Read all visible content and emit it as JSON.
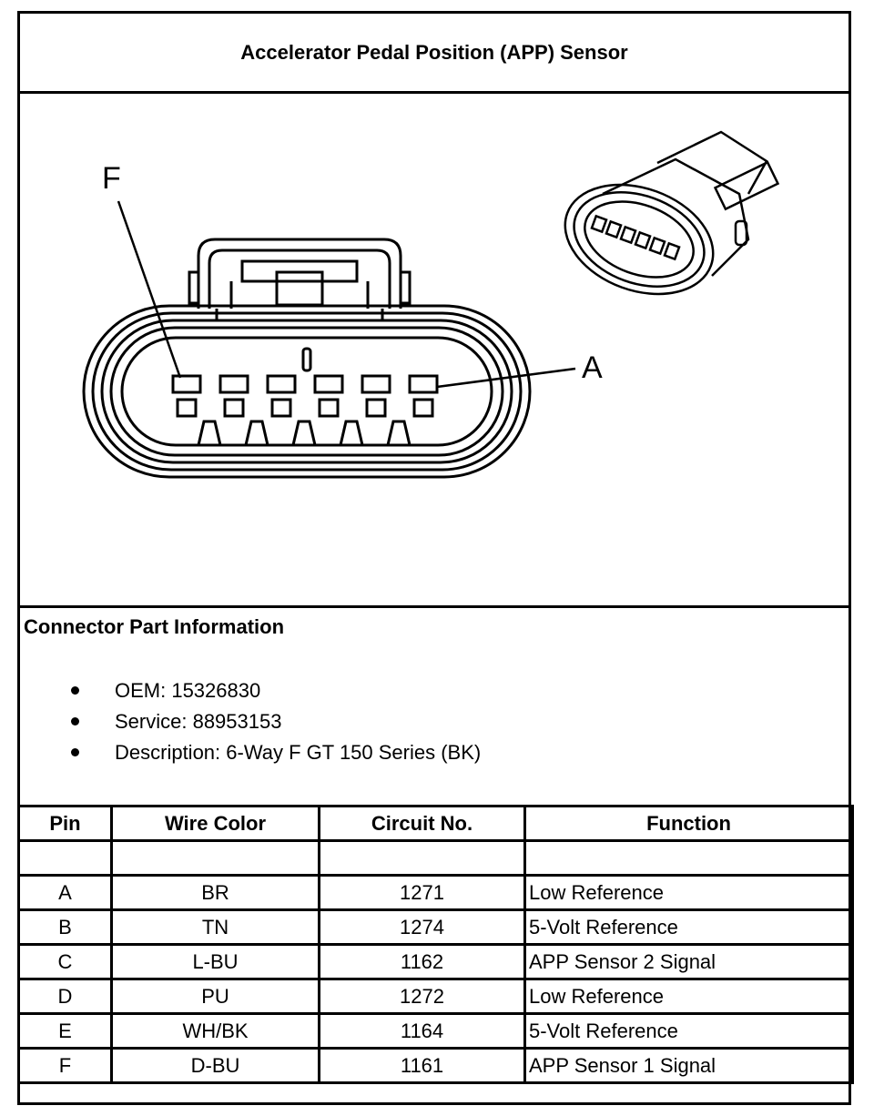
{
  "title": "Accelerator Pedal Position (APP) Sensor",
  "diagram": {
    "label_f": "F",
    "label_a": "A"
  },
  "info": {
    "heading": "Connector Part Information",
    "items": [
      "OEM: 15326830",
      "Service: 88953153",
      "Description: 6-Way F GT 150 Series (BK)"
    ]
  },
  "table": {
    "headers": [
      "Pin",
      "Wire Color",
      "Circuit No.",
      "Function"
    ],
    "rows": [
      {
        "pin": "",
        "wire": "",
        "circuit": "",
        "function": ""
      },
      {
        "pin": "A",
        "wire": "BR",
        "circuit": "1271",
        "function": "Low Reference"
      },
      {
        "pin": "B",
        "wire": "TN",
        "circuit": "1274",
        "function": "5-Volt Reference"
      },
      {
        "pin": "C",
        "wire": "L-BU",
        "circuit": "1162",
        "function": "APP Sensor 2 Signal"
      },
      {
        "pin": "D",
        "wire": "PU",
        "circuit": "1272",
        "function": "Low Reference"
      },
      {
        "pin": "E",
        "wire": "WH/BK",
        "circuit": "1164",
        "function": "5-Volt Reference"
      },
      {
        "pin": "F",
        "wire": "D-BU",
        "circuit": "1161",
        "function": "APP Sensor 1 Signal"
      }
    ]
  }
}
